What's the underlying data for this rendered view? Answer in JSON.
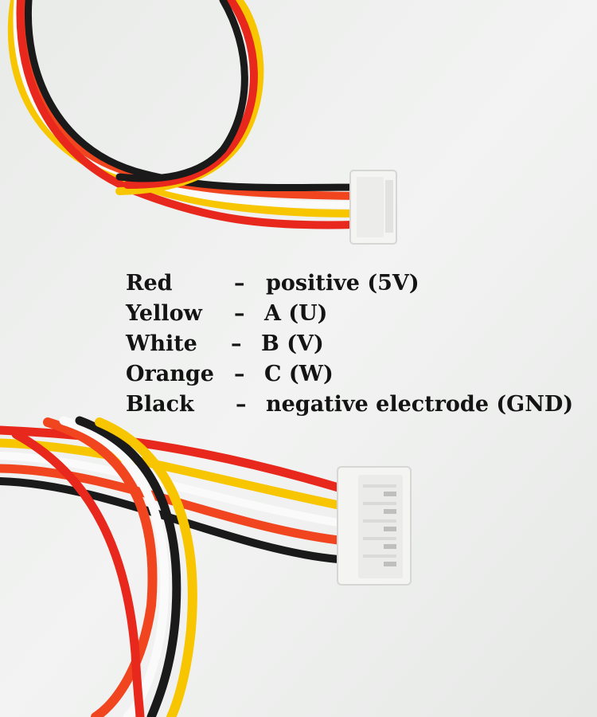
{
  "legend": {
    "rows": [
      {
        "color_name": "Red",
        "separator": "–",
        "signal": "positive (5V)",
        "wire_color": "#e8281c"
      },
      {
        "color_name": "Yellow",
        "separator": "–",
        "signal": "A (U)",
        "wire_color": "#f7c600"
      },
      {
        "color_name": "White",
        "separator": "–",
        "signal": "B (V)",
        "wire_color": "#fafafa"
      },
      {
        "color_name": "Orange",
        "separator": "–",
        "signal": "C (W)",
        "wire_color": "#f0451f"
      },
      {
        "color_name": "Black",
        "separator": "–",
        "signal": "negative electrode (GND)",
        "wire_color": "#1a1a1a"
      }
    ]
  },
  "photo": {
    "background_color": "#eceeec",
    "connector_color": "#f4f4f2",
    "pin_color": "#bfbfbf",
    "wire_count": 5
  }
}
